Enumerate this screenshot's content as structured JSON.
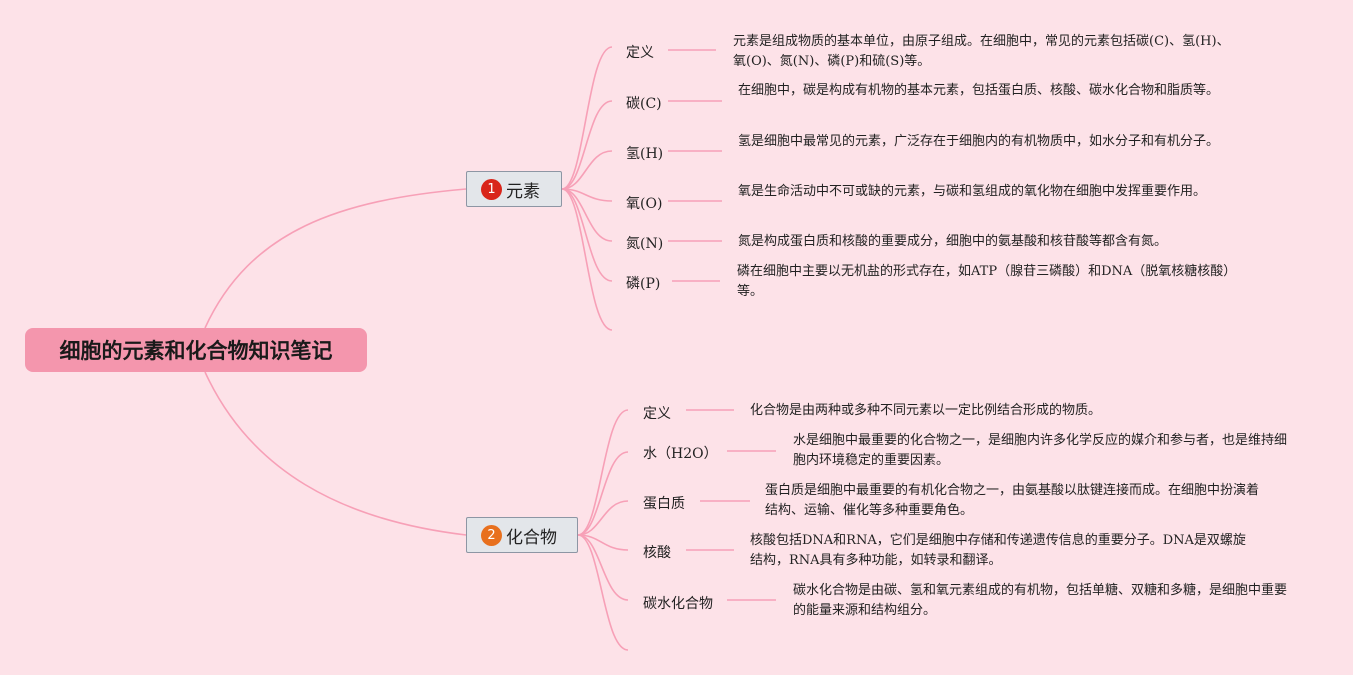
{
  "root": {
    "label": "细胞的元素和化合物知识笔记"
  },
  "colors": {
    "line": "#f7a0b7",
    "root": "#f496ad",
    "background": "#fde2e8",
    "badge1": "#d9251a",
    "badge2": "#e8701e"
  },
  "branches": [
    {
      "number": "1",
      "label": "元素",
      "items": [
        {
          "topic": "定义",
          "text": "元素是组成物质的基本单位，由原子组成。在细胞中，常见的元素包括碳(C)、氢(H)、氧(O)、氮(N)、磷(P)和硫(S)等。"
        },
        {
          "topic": "碳(C)",
          "text": "在细胞中，碳是构成有机物的基本元素，包括蛋白质、核酸、碳水化合物和脂质等。"
        },
        {
          "topic": "氢(H)",
          "text": "氢是细胞中最常见的元素，广泛存在于细胞内的有机物质中，如水分子和有机分子。"
        },
        {
          "topic": "氧(O)",
          "text": "氧是生命活动中不可或缺的元素，与碳和氢组成的氧化物在细胞中发挥重要作用。"
        },
        {
          "topic": "氮(N)",
          "text": "氮是构成蛋白质和核酸的重要成分，细胞中的氨基酸和核苷酸等都含有氮。"
        },
        {
          "topic": "磷(P)",
          "text": "磷在细胞中主要以无机盐的形式存在，如ATP（腺苷三磷酸）和DNA（脱氧核糖核酸）等。"
        }
      ]
    },
    {
      "number": "2",
      "label": "化合物",
      "items": [
        {
          "topic": "定义",
          "text": "化合物是由两种或多种不同元素以一定比例结合形成的物质。"
        },
        {
          "topic": "水（H2O）",
          "text": "水是细胞中最重要的化合物之一，是细胞内许多化学反应的媒介和参与者，也是维持细胞内环境稳定的重要因素。"
        },
        {
          "topic": "蛋白质",
          "text": "蛋白质是细胞中最重要的有机化合物之一，由氨基酸以肽键连接而成。在细胞中扮演着结构、运输、催化等多种重要角色。"
        },
        {
          "topic": "核酸",
          "text": "核酸包括DNA和RNA，它们是细胞中存储和传递遗传信息的重要分子。DNA是双螺旋结构，RNA具有多种功能，如转录和翻译。"
        },
        {
          "topic": "碳水化合物",
          "text": "碳水化合物是由碳、氢和氧元素组成的有机物，包括单糖、双糖和多糖，是细胞中重要的能量来源和结构组分。"
        }
      ]
    }
  ]
}
